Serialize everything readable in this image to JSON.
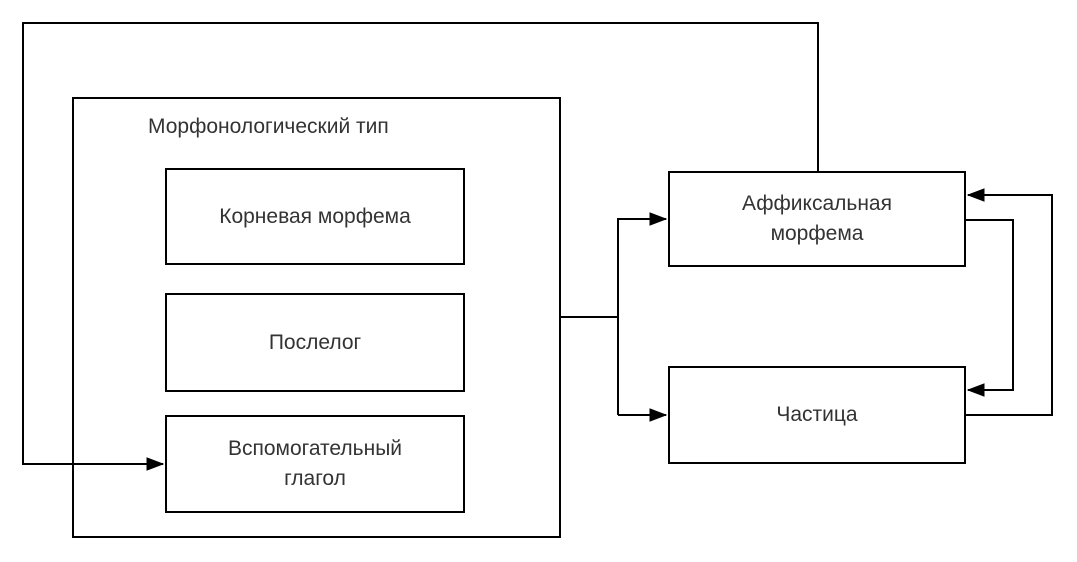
{
  "diagram": {
    "group": {
      "title": "Морфонологический тип"
    },
    "nodes": {
      "root_morpheme": "Корневая морфема",
      "postposition": "Послелог",
      "auxiliary_verb": "Вспомогательный глагол",
      "affixal_morpheme": "Аффиксальная морфема",
      "particle": "Частица"
    },
    "edges": [
      {
        "from": "Морфонологический тип",
        "to": "Аффиксальная морфема",
        "arrow": true
      },
      {
        "from": "Морфонологический тип",
        "to": "Частица",
        "arrow": true
      },
      {
        "from": "Аффиксальная морфема",
        "to": "Частица",
        "arrow": true
      },
      {
        "from": "Частица",
        "to": "Аффиксальная морфема",
        "arrow": true
      },
      {
        "from": "Аффиксальная морфема",
        "to": "Вспомогательный глагол",
        "arrow": true
      }
    ],
    "colors": {
      "line": "#000000",
      "text": "#333333",
      "node_fill": "#ffffff",
      "background": "#ffffff"
    }
  }
}
